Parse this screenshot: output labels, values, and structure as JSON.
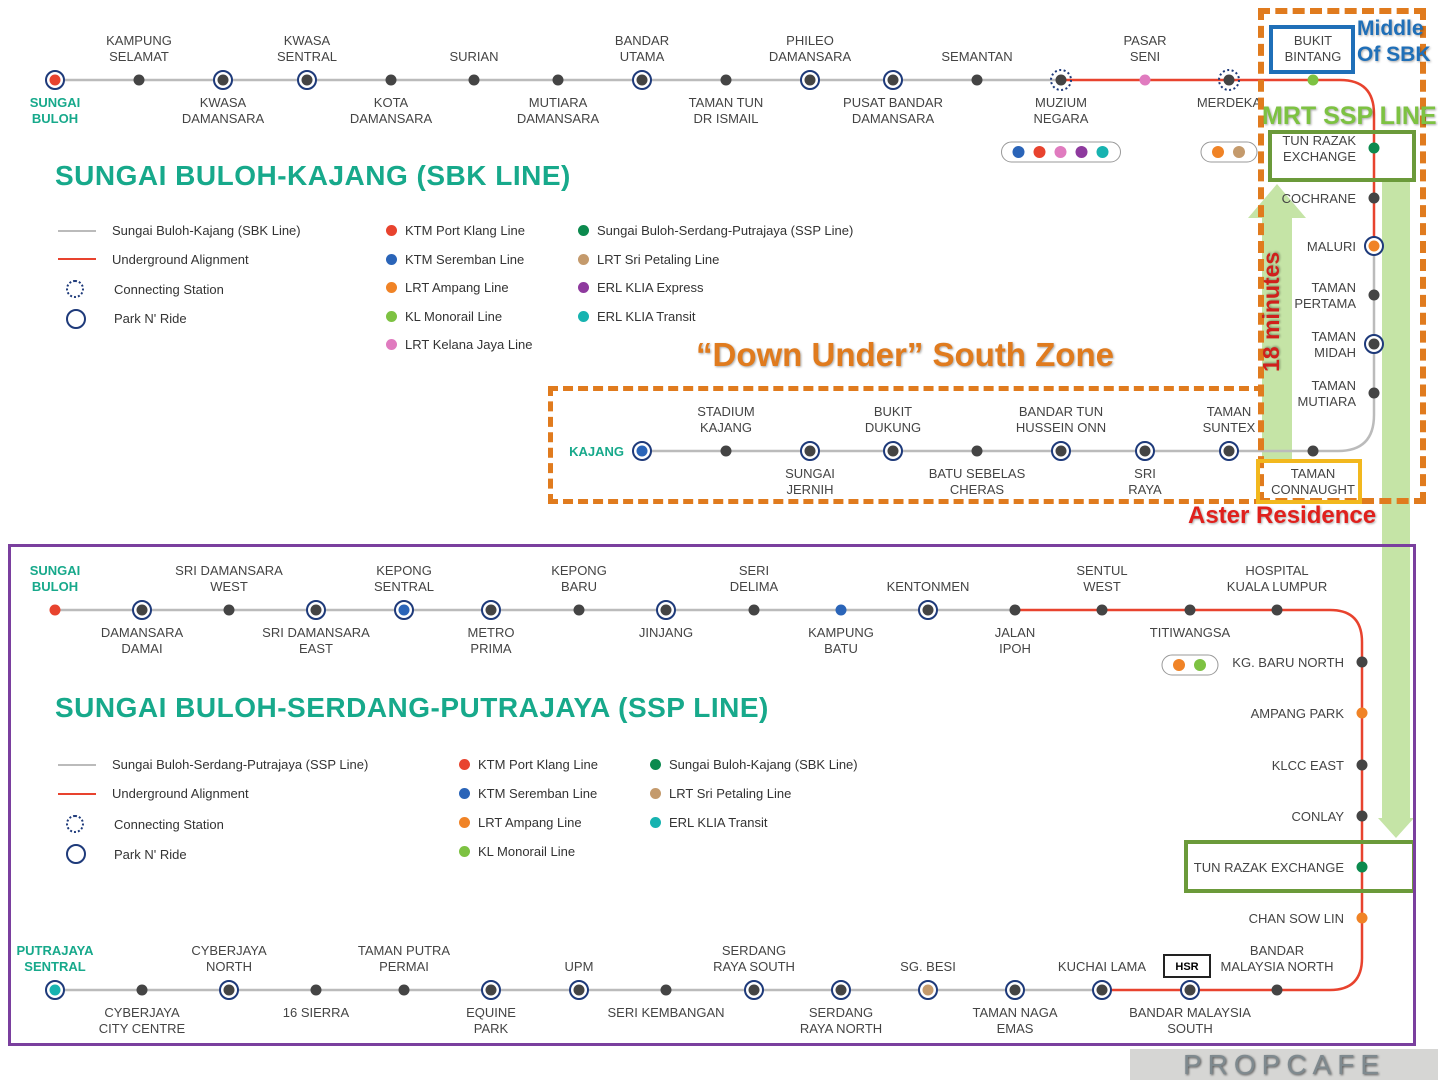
{
  "sbk": {
    "title": "SUNGAI BULOH-KAJANG (SBK LINE)",
    "stations": [
      {
        "name": "SUNGAI\nBULOH",
        "color": "#e8432e",
        "ring": true,
        "term": true
      },
      {
        "name": "KAMPUNG\nSELAMAT"
      },
      {
        "name": "KWASA\nDAMANSARA",
        "ring": true
      },
      {
        "name": "KWASA\nSENTRAL",
        "ring": true
      },
      {
        "name": "KOTA\nDAMANSARA"
      },
      {
        "name": "SURIAN"
      },
      {
        "name": "MUTIARA\nDAMANSARA"
      },
      {
        "name": "BANDAR\nUTAMA",
        "ring": true
      },
      {
        "name": "TAMAN TUN\nDR ISMAIL"
      },
      {
        "name": "PHILEO\nDAMANSARA",
        "ring": true
      },
      {
        "name": "PUSAT BANDAR\nDAMANSARA",
        "ring": true
      },
      {
        "name": "SEMANTAN"
      },
      {
        "name": "MUZIUM\nNEGARA",
        "connecting": true
      },
      {
        "name": "PASAR\nSENI",
        "color": "#e07bbf"
      },
      {
        "name": "MERDEKA",
        "connecting": true
      },
      {
        "name": "BUKIT\nBINTANG",
        "color": "#7dc242"
      },
      {
        "name": "TUN RAZAK\nEXCHANGE",
        "color": "#0c8a4e"
      },
      {
        "name": "COCHRANE"
      },
      {
        "name": "MALURI",
        "color": "#f08326",
        "ring": true
      },
      {
        "name": "TAMAN\nPERTAMA"
      },
      {
        "name": "TAMAN\nMIDAH",
        "ring": true
      },
      {
        "name": "TAMAN\nMUTIARA"
      },
      {
        "name": "TAMAN\nCONNAUGHT"
      },
      {
        "name": "TAMAN\nSUNTEX",
        "ring": true
      },
      {
        "name": "SRI\nRAYA",
        "ring": true
      },
      {
        "name": "BANDAR TUN\nHUSSEIN ONN",
        "ring": true
      },
      {
        "name": "BATU SEBELAS\nCHERAS"
      },
      {
        "name": "BUKIT\nDUKUNG",
        "ring": true
      },
      {
        "name": "SUNGAI\nJERNIH",
        "ring": true
      },
      {
        "name": "STADIUM\nKAJANG"
      },
      {
        "name": "KAJANG",
        "color": "#2a64b8",
        "ring": true,
        "term": true
      }
    ],
    "interchanges": [
      [
        "#2a64b8",
        "#e8432e",
        "#e07bbf",
        "#8e3a9e",
        "#17b3b0"
      ],
      [
        "#f08326",
        "#c49a6c"
      ]
    ],
    "legend": [
      {
        "label": "Sungai Buloh-Kajang (SBK Line)",
        "kind": "line",
        "color": "#bbbbbb"
      },
      {
        "label": "Underground Alignment",
        "kind": "line",
        "color": "#e8432e"
      },
      {
        "label": "Connecting Station",
        "kind": "dashed"
      },
      {
        "label": "Park N' Ride",
        "kind": "ring"
      },
      {
        "label": "KTM Port Klang Line",
        "color": "#e8432e"
      },
      {
        "label": "KTM Seremban Line",
        "color": "#2a64b8"
      },
      {
        "label": "LRT Ampang Line",
        "color": "#f08326"
      },
      {
        "label": "KL Monorail Line",
        "color": "#7dc242"
      },
      {
        "label": "LRT Kelana Jaya Line",
        "color": "#e07bbf"
      },
      {
        "label": "Sungai Buloh-Serdang-Putrajaya (SSP Line)",
        "color": "#0c8a4e"
      },
      {
        "label": "LRT Sri Petaling Line",
        "color": "#c49a6c"
      },
      {
        "label": "ERL KLIA Express",
        "color": "#8e3a9e"
      },
      {
        "label": "ERL KLIA Transit",
        "color": "#17b3b0"
      }
    ]
  },
  "ssp": {
    "title": "SUNGAI BULOH-SERDANG-PUTRAJAYA (SSP LINE)",
    "stations": [
      {
        "name": "SUNGAI\nBULOH",
        "color": "#e8432e",
        "term": true
      },
      {
        "name": "DAMANSARA\nDAMAI",
        "ring": true
      },
      {
        "name": "SRI DAMANSARA\nWEST"
      },
      {
        "name": "SRI DAMANSARA\nEAST",
        "ring": true
      },
      {
        "name": "KEPONG\nSENTRAL",
        "color": "#2a64b8",
        "ring": true
      },
      {
        "name": "METRO\nPRIMA",
        "ring": true
      },
      {
        "name": "KEPONG\nBARU"
      },
      {
        "name": "JINJANG",
        "ring": true
      },
      {
        "name": "SERI\nDELIMA"
      },
      {
        "name": "KAMPUNG\nBATU",
        "color": "#2a64b8"
      },
      {
        "name": "KENTONMEN",
        "ring": true
      },
      {
        "name": "JALAN\nIPOH"
      },
      {
        "name": "SENTUL\nWEST"
      },
      {
        "name": "TITIWANGSA"
      },
      {
        "name": "HOSPITAL\nKUALA LUMPUR"
      },
      {
        "name": "KG. BARU NORTH"
      },
      {
        "name": "AMPANG PARK",
        "color": "#f08326"
      },
      {
        "name": "KLCC EAST"
      },
      {
        "name": "CONLAY"
      },
      {
        "name": "TUN RAZAK EXCHANGE",
        "color": "#0c8a4e"
      },
      {
        "name": "CHAN SOW LIN",
        "color": "#f08326"
      },
      {
        "name": "BANDAR\nMALAYSIA NORTH"
      },
      {
        "name": "BANDAR MALAYSIA\nSOUTH",
        "ring": true
      },
      {
        "name": "KUCHAI LAMA",
        "ring": true
      },
      {
        "name": "TAMAN NAGA\nEMAS",
        "ring": true
      },
      {
        "name": "SG. BESI",
        "color": "#c49a6c",
        "ring": true
      },
      {
        "name": "SERDANG\nRAYA NORTH",
        "ring": true
      },
      {
        "name": "SERDANG\nRAYA SOUTH",
        "ring": true
      },
      {
        "name": "SERI KEMBANGAN"
      },
      {
        "name": "UPM",
        "ring": true
      },
      {
        "name": "EQUINE\nPARK",
        "ring": true
      },
      {
        "name": "TAMAN PUTRA\nPERMAI"
      },
      {
        "name": "16 SIERRA"
      },
      {
        "name": "CYBERJAYA\nNORTH",
        "ring": true
      },
      {
        "name": "CYBERJAYA\nCITY CENTRE"
      },
      {
        "name": "PUTRAJAYA\nSENTRAL",
        "color": "#17b3b0",
        "ring": true,
        "term": true
      }
    ],
    "interchanges": [
      [
        "#f08326",
        "#7dc242"
      ]
    ],
    "hsr": "HSR",
    "legend": [
      {
        "label": "Sungai Buloh-Serdang-Putrajaya (SSP Line)",
        "kind": "line",
        "color": "#bbbbbb"
      },
      {
        "label": "Underground Alignment",
        "kind": "line",
        "color": "#e8432e"
      },
      {
        "label": "Connecting Station",
        "kind": "dashed"
      },
      {
        "label": "Park N' Ride",
        "kind": "ring"
      },
      {
        "label": "KTM Port Klang Line",
        "color": "#e8432e"
      },
      {
        "label": "KTM Seremban Line",
        "color": "#2a64b8"
      },
      {
        "label": "LRT Ampang Line",
        "color": "#f08326"
      },
      {
        "label": "KL Monorail Line",
        "color": "#7dc242"
      },
      {
        "label": "Sungai Buloh-Kajang (SBK Line)",
        "color": "#0c8a4e"
      },
      {
        "label": "LRT Sri Petaling Line",
        "color": "#c49a6c"
      },
      {
        "label": "ERL KLIA Transit",
        "color": "#17b3b0"
      }
    ]
  },
  "annotations": {
    "middle": "Middle\nOf SBK",
    "mrt_ssp": "MRT SSP LINE",
    "minutes": "18 minutes",
    "south_zone": "“Down Under” South Zone",
    "aster": "Aster Residence"
  },
  "watermark": "PROPCAFE"
}
